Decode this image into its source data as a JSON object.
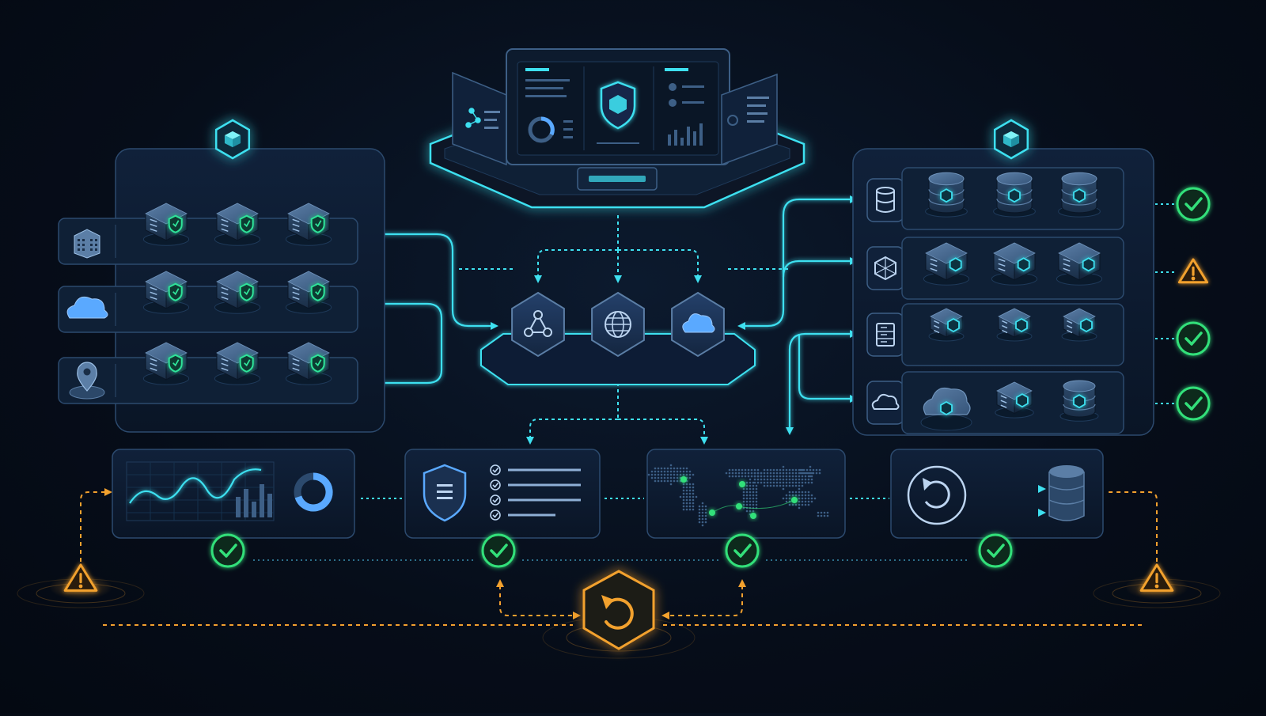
{
  "colors": {
    "background": "#060d19",
    "panel_fill": "#0d1a2c",
    "panel_stroke": "#2c4a6e",
    "accent_cyan": "#3ee0f0",
    "node_blue": "#3d5f86",
    "shield_green": "#2fe39a",
    "ok_green": "#33e07a",
    "warning_orange": "#f2a12e",
    "cloud_blue": "#5aa9ff"
  },
  "left_cluster": {
    "hub_icon": "cube-hex-icon",
    "rows": [
      {
        "icon": "building-icon",
        "nodes": 3,
        "node_icon": "shield-node-icon"
      },
      {
        "icon": "cloud-icon",
        "nodes": 3,
        "node_icon": "shield-node-icon"
      },
      {
        "icon": "location-pin-icon",
        "nodes": 3,
        "node_icon": "shield-node-icon"
      }
    ]
  },
  "control_console": {
    "screens": [
      "network-map-screen",
      "security-dashboard-screen",
      "stats-screen"
    ],
    "center_icon": "shield-cube-icon"
  },
  "hub": {
    "nodes": [
      {
        "icon": "network-nodes-icon"
      },
      {
        "icon": "globe-icon"
      },
      {
        "icon": "cloud-icon"
      }
    ]
  },
  "right_cluster": {
    "hub_icon": "cube-hex-icon",
    "rows": [
      {
        "icon": "database-icon",
        "node_icon": "database-node-icon",
        "status": "ok"
      },
      {
        "icon": "cube-wireframe-icon",
        "node_icon": "container-node-icon",
        "status": "warning"
      },
      {
        "icon": "server-rack-icon",
        "node_icon": "server-node-icon",
        "status": "ok"
      },
      {
        "icon": "cloud-outline-icon",
        "node_icon": "mixed-node-icon",
        "status": "ok"
      }
    ]
  },
  "bottom_panels": [
    {
      "kind": "analytics",
      "icon": "analytics-chart-icon",
      "status": "ok"
    },
    {
      "kind": "compliance",
      "icon": "shield-checklist-icon",
      "status": "ok"
    },
    {
      "kind": "global-map",
      "icon": "world-map-icon",
      "status": "ok"
    },
    {
      "kind": "backup",
      "icon": "restore-icon",
      "status": "ok"
    }
  ],
  "alerts": {
    "left": "warning-icon",
    "right": "warning-icon",
    "recovery": "recovery-hex-icon"
  }
}
